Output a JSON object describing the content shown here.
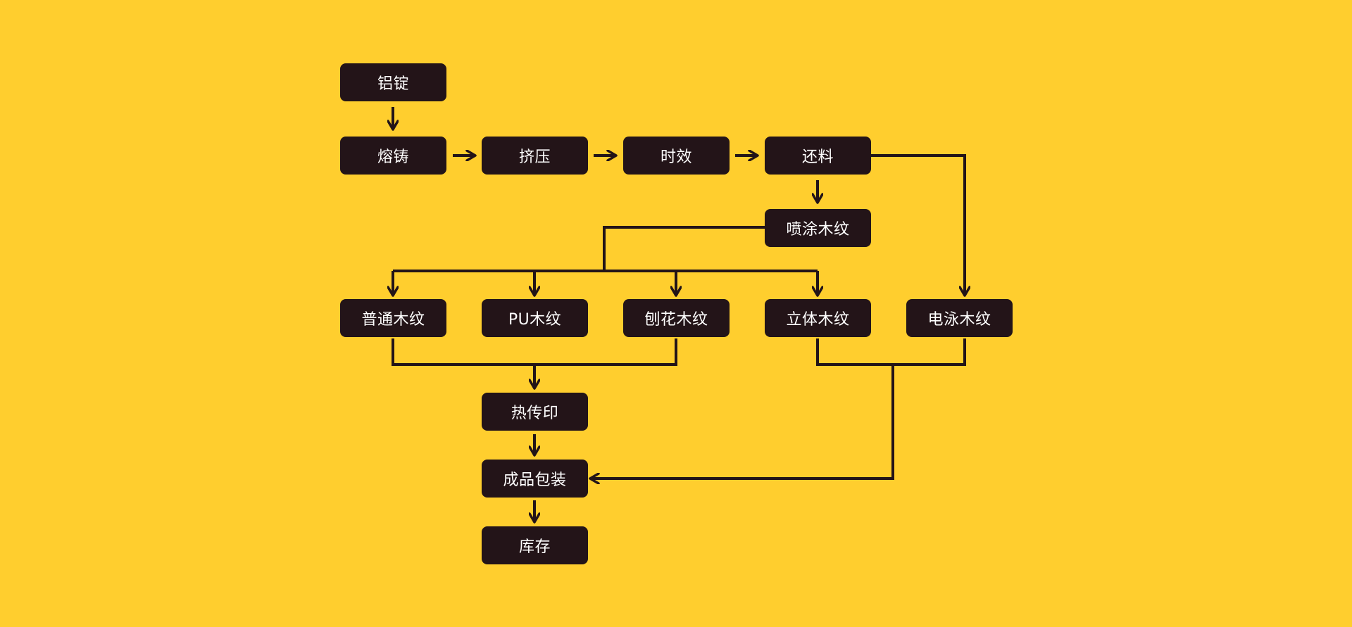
{
  "colors": {
    "background": "#FFCE2E",
    "node_fill": "#231418",
    "node_text": "#FFFFFF",
    "connector": "#231418"
  },
  "nodes": {
    "ingot": "铝锭",
    "casting": "熔铸",
    "extrusion": "挤压",
    "aging": "时效",
    "returned": "还料",
    "spray": "喷涂木纹",
    "ordinary": "普通木纹",
    "pu": "PU木纹",
    "planed": "刨花木纹",
    "3d": "立体木纹",
    "electro": "电泳木纹",
    "heat_transfer": "热传印",
    "packaging": "成品包装",
    "inventory": "库存"
  }
}
